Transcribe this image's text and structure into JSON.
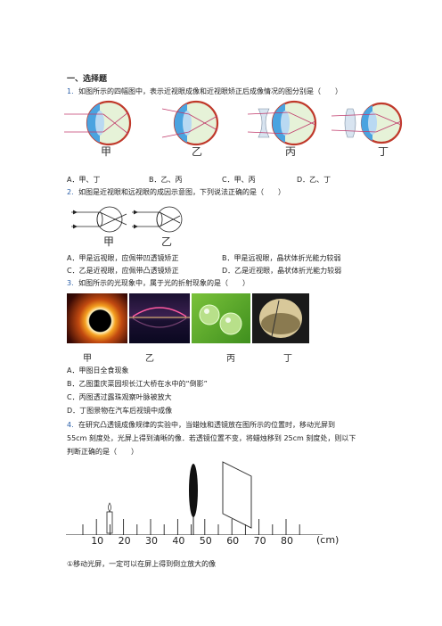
{
  "section_title": "一、选择题",
  "q1": {
    "num": "1.",
    "stem": "如图所示的四幅图中，表示近视眼成像和近视眼矫正后成像情况的图分别是（　　）",
    "labels": [
      "甲",
      "乙",
      "丙",
      "丁"
    ],
    "options": [
      "A．甲、丁",
      "B．乙、丙",
      "C．甲、丙",
      "D．乙、丁"
    ]
  },
  "q2": {
    "num": "2.",
    "stem": "如图是近视眼和远视眼的成因示意图，下列说法正确的是（　　）",
    "labels": [
      "甲",
      "乙"
    ],
    "options": [
      "A．甲是远视眼，应佩带凹透镜矫正",
      "B．甲是远视眼，晶状体折光能力较弱",
      "C．乙是近视眼，应佩带凸透镜矫正",
      "D．乙是近视眼，晶状体折光能力较弱"
    ]
  },
  "q3": {
    "num": "3.",
    "stem": "如图所示的光现象中，属于光的折射现象的是（　　）",
    "labels": [
      "甲",
      "乙",
      "丙",
      "丁"
    ],
    "options": [
      "A．甲图日全食现象",
      "B．乙图重庆菜园坝长江大桥在水中的“倒影”",
      "C．丙图透过露珠观察叶脉被放大",
      "D．丁图景物在汽车后视镜中成像"
    ]
  },
  "q4": {
    "num": "4.",
    "line1": "在研究凸透镜成像规律的实验中，当蜡烛和透镜放在图所示的位置时，移动光屏到",
    "line2": "55cm 刻度处，光屏上得到清晰的像．若透镜位置不变，将蜡烛移到 25cm 刻度处，则以下",
    "line3": "判断正确的是（　　）",
    "ticks": [
      "10",
      "20",
      "30",
      "40",
      "50",
      "60",
      "70",
      "80"
    ],
    "unit": "(cm)",
    "statement1": "①移动光屏，一定可以在屏上得到倒立放大的像"
  }
}
